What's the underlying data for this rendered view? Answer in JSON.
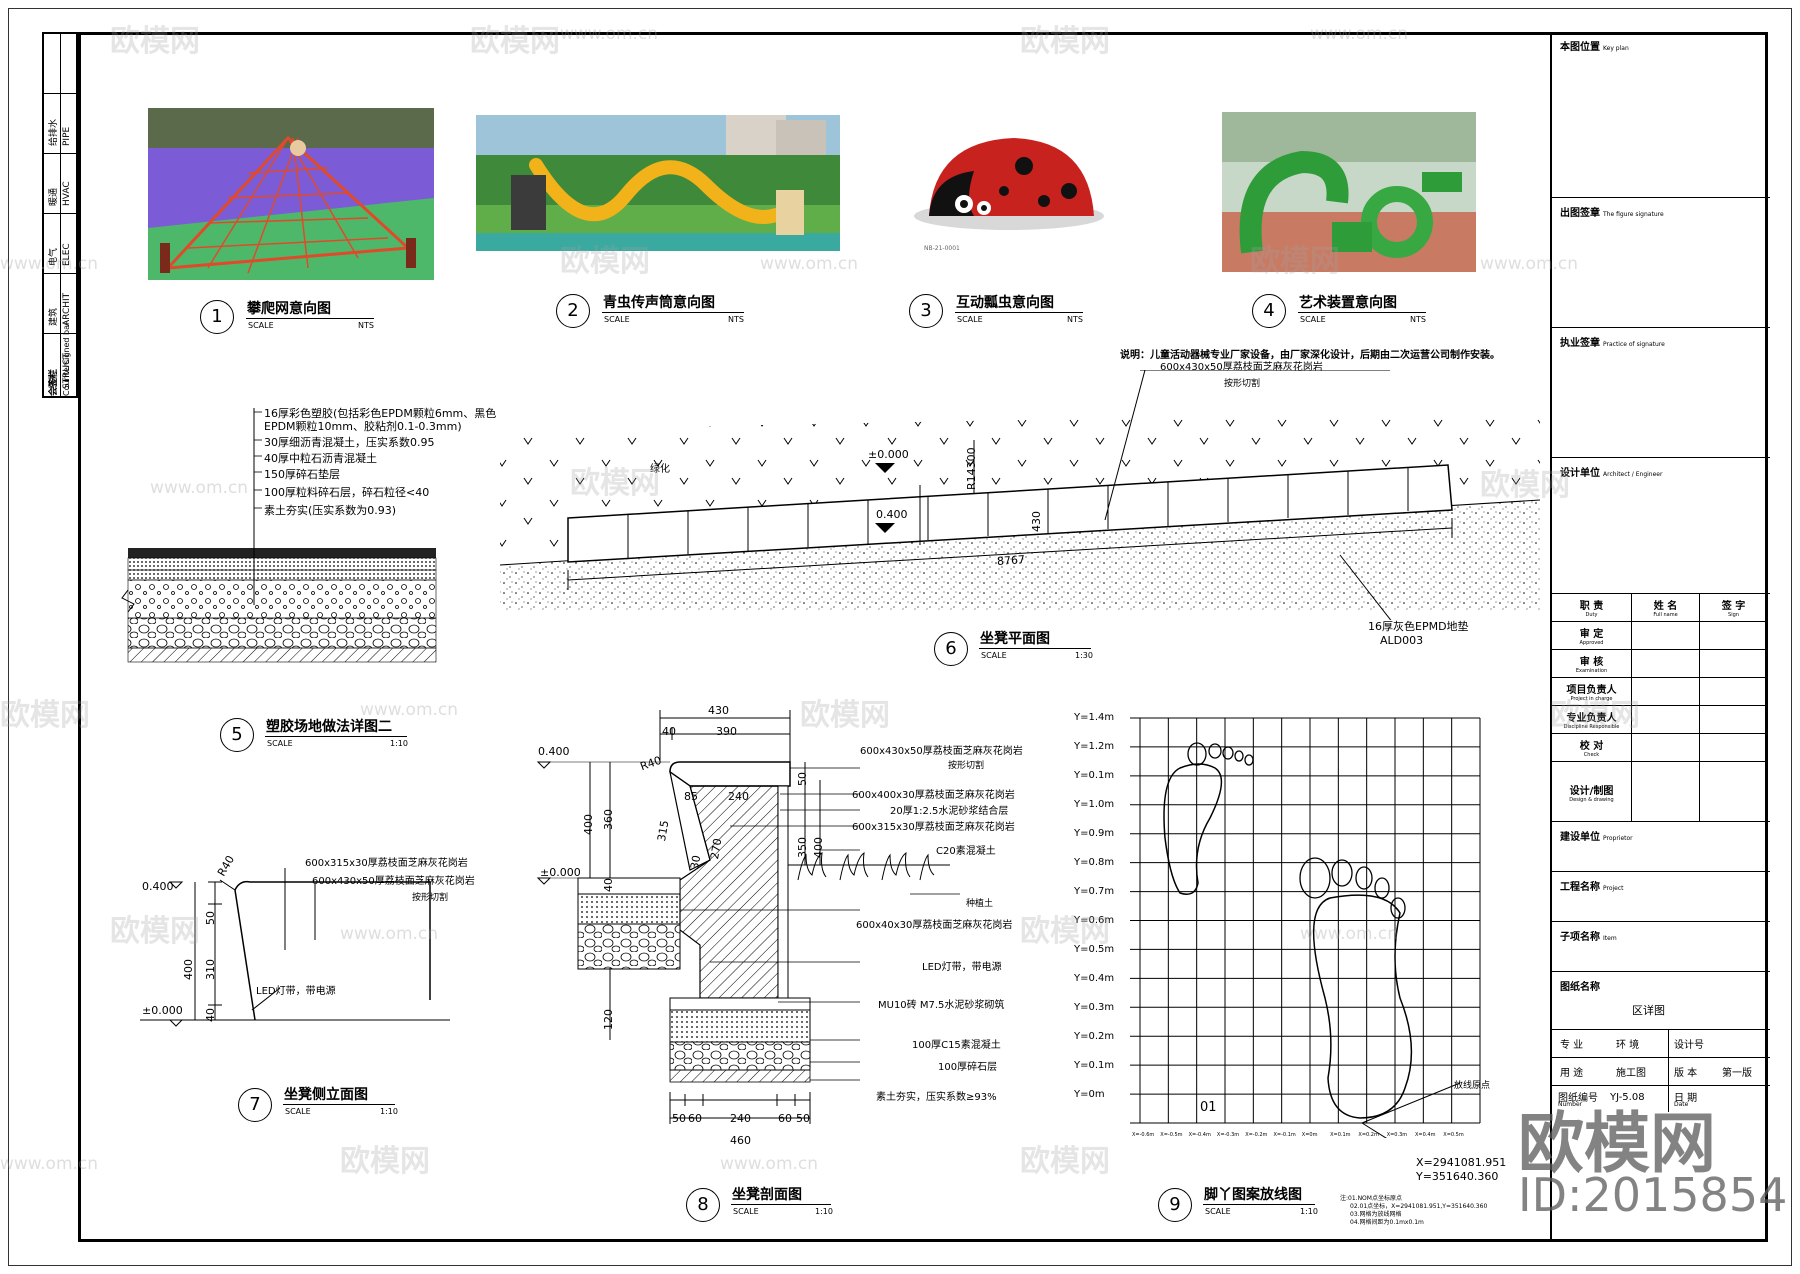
{
  "sheet": {
    "left_strip": {
      "labels": [
        "给排水",
        "暖通",
        "电气",
        "建筑",
        "结构",
        "会签栏"
      ],
      "sublabels": [
        "PIPE",
        "HVAC",
        "ELEC",
        "ARCHIT",
        "STRUCT",
        "Countersigned bar"
      ]
    },
    "note": "说明：儿童活动器械专业厂家设备，由厂家深化设计，后期由二次运营公司制作安装。",
    "watermark": {
      "text": "欧模网",
      "url": "www.om.cn",
      "big_logo": "欧模网",
      "big_id": "ID:2015854"
    }
  },
  "details": [
    {
      "num": "1",
      "title": "攀爬网意向图",
      "scale_label": "SCALE",
      "scale_value": "NTS"
    },
    {
      "num": "2",
      "title": "青虫传声筒意向图",
      "scale_label": "SCALE",
      "scale_value": "NTS"
    },
    {
      "num": "3",
      "title": "互动瓢虫意向图",
      "scale_label": "SCALE",
      "scale_value": "NTS"
    },
    {
      "num": "4",
      "title": "艺术装置意向图",
      "scale_label": "SCALE",
      "scale_value": "NTS"
    },
    {
      "num": "5",
      "title": "塑胶场地做法详图二",
      "scale_label": "SCALE",
      "scale_value": "1:10"
    },
    {
      "num": "6",
      "title": "坐凳平面图",
      "scale_label": "SCALE",
      "scale_value": "1:30"
    },
    {
      "num": "7",
      "title": "坐凳侧立面图",
      "scale_label": "SCALE",
      "scale_value": "1:10"
    },
    {
      "num": "8",
      "title": "坐凳剖面图",
      "scale_label": "SCALE",
      "scale_value": "1:10"
    },
    {
      "num": "9",
      "title": "脚丫图案放线图",
      "scale_label": "SCALE",
      "scale_value": "1:10"
    }
  ],
  "photo3_caption": "NB-21-0001",
  "detail5_layers": [
    "16厚彩色塑胶(包括彩色EPDM颗粒6mm、黑色",
    "EPDM颗粒10mm、胶粘剂0.1-0.3mm)",
    "30厚细沥青混凝土，压实系数0.95",
    "40厚中粒石沥青混凝土",
    "150厚碎石垫层",
    "100厚粒料碎石层，碎石粒径<40",
    "素土夯实(压实系数为0.93)"
  ],
  "detail6": {
    "label_top": "600x430x50厚荔枝面芝麻灰花岗岩",
    "label_top2": "按形切割",
    "green": "绿化",
    "elev1": "±0.000",
    "elev2": "0.400",
    "radius": "R14300",
    "dim430": "430",
    "dim8767": "8767",
    "epdm": "16厚灰色EPMD地垫",
    "code": "ALD003"
  },
  "detail7": {
    "label1": "600x315x30厚荔枝面芝麻灰花岗岩",
    "label2": "600x430x50厚荔枝面芝麻灰花岗岩",
    "label3": "按形切割",
    "r40": "R40",
    "elev_top": "0.400",
    "elev_bot": "±0.000",
    "d50": "50",
    "d400": "400",
    "d310": "310",
    "d40": "40",
    "led": "LED灯带，带电源"
  },
  "detail8": {
    "top_dims": [
      "430",
      "40",
      "390"
    ],
    "elev_top": "0.400",
    "elev_zero": "±0.000",
    "r40": "R40",
    "left_dims": [
      "400",
      "360",
      "315",
      "40",
      "120"
    ],
    "inner_dims": [
      "85",
      "240",
      "50",
      "350",
      "400",
      "270",
      "30"
    ],
    "bottom_dims": [
      "50",
      "60",
      "240",
      "60",
      "50"
    ],
    "bottom_total": "460",
    "callouts": [
      "600x430x50厚荔枝面芝麻灰花岗岩",
      "按形切割",
      "600x400x30厚荔枝面芝麻灰花岗岩",
      "20厚1:2.5水泥砂浆结合层",
      "600x315x30厚荔枝面芝麻灰花岗岩",
      "C20素混凝土",
      "种植土",
      "600x40x30厚荔枝面芝麻灰花岗岩",
      "LED灯带，带电源",
      "MU10砖 M7.5水泥砂浆砌筑",
      "100厚C15素混凝土",
      "100厚碎石层",
      "素土夯实，压实系数≥93%"
    ]
  },
  "detail9": {
    "y_labels": [
      "Y=1.4m",
      "Y=1.2m",
      "Y=0.1m",
      "Y=1.0m",
      "Y=0.9m",
      "Y=0.8m",
      "Y=0.7m",
      "Y=0.6m",
      "Y=0.5m",
      "Y=0.4m",
      "Y=0.3m",
      "Y=0.2m",
      "Y=0.1m",
      "Y=0m"
    ],
    "x_labels": [
      "X=-0.6m",
      "X=-0.5m",
      "X=-0.4m",
      "X=-0.3m",
      "X=-0.2m",
      "X=-0.1m",
      "X=0m",
      "X=0.1m",
      "X=0.2m",
      "X=0.3m",
      "X=0.4m",
      "X=0.5m"
    ],
    "point": "01",
    "origin_label": "放线原点",
    "coord_x": "X=2941081.951",
    "coord_y": "Y=351640.360",
    "notes": [
      "注:01.NOM点坐标原点",
      "02.01点坐标，X=2941081.951,Y=351640.360",
      "03.网格为放线网格",
      "04.网格间距为0.1mx0.1m"
    ]
  },
  "title_block": {
    "key_plan": "本图位置",
    "key_plan_en": "Key plan",
    "figure_signature": "出图签章",
    "figure_signature_en": "The figure signature",
    "practice_signature": "执业签章",
    "practice_signature_en": "Practice of signature",
    "architect": "设计单位",
    "architect_en": "Architect / Engineer",
    "roles_header": [
      "职  责",
      "姓  名",
      "签  字"
    ],
    "roles_header_en": [
      "Duty",
      "Full name",
      "Sign"
    ],
    "roles": [
      {
        "cn": "审  定",
        "en": "Approved"
      },
      {
        "cn": "审  核",
        "en": "Examination"
      },
      {
        "cn": "项目负责人",
        "en": "Project in charge"
      },
      {
        "cn": "专业负责人",
        "en": "Discipline Responsible"
      },
      {
        "cn": "校  对",
        "en": "Check"
      },
      {
        "cn": "设计/制图",
        "en": "Design & drawing"
      }
    ],
    "proprietor": "建设单位",
    "proprietor_en": "Proprietor",
    "project": "工程名称",
    "project_en": "Project",
    "item": "子项名称",
    "item_en": "Item",
    "drawing_name": "图纸名称",
    "drawing_name_value": "区详图",
    "discipline": "专  业",
    "discipline_value": "环  境",
    "design_no": "设计号",
    "purpose": "用  途",
    "purpose_value": "施工图",
    "version_label": "版  本",
    "version_value": "第一版",
    "sheet_no": "图纸编号",
    "sheet_no_en": "Number",
    "sheet_no_value": "YJ-5.08",
    "date": "日  期",
    "date_en": "Date"
  },
  "colors": {
    "line": "#000000",
    "watermark": "#a0a0a0"
  }
}
